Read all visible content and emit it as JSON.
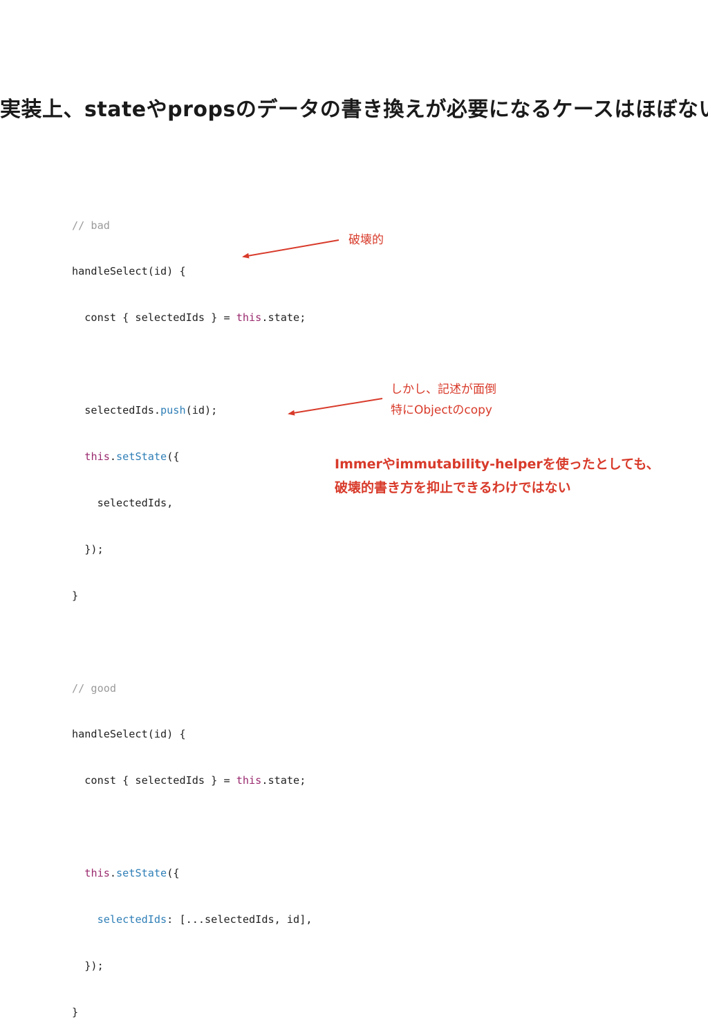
{
  "slide": {
    "title": "実装上、stateやpropsのデータの書き換えが必要になるケースはほぼない"
  },
  "code": {
    "bad_comment": "// bad",
    "bad_fn_sig": "handleSelect(id) {",
    "bad_const_pre": "  const { selectedIds } = ",
    "bad_this": "this",
    "bad_state": ".state;",
    "bad_push_pre": "  selectedIds.",
    "bad_push": "push",
    "bad_push_post": "(id);",
    "bad_set_pre": "  ",
    "bad_set_this": "this",
    "bad_set_dot": ".",
    "bad_set_fn": "setState",
    "bad_set_post": "({",
    "bad_field": "    selectedIds,",
    "bad_close_call": "  });",
    "bad_close_fn": "}",
    "good_comment": "// good",
    "good_fn_sig": "handleSelect(id) {",
    "good_const_pre": "  const { selectedIds } = ",
    "good_this": "this",
    "good_state": ".state;",
    "good_set_pre": "  ",
    "good_set_this": "this",
    "good_set_dot": ".",
    "good_set_fn": "setState",
    "good_set_post": "({",
    "good_field_pre": "    ",
    "good_field_key": "selectedIds",
    "good_field_post": ": [...selectedIds, id],",
    "good_close_call": "  });",
    "good_close_fn": "}"
  },
  "annotations": {
    "destructive": "破壊的",
    "verbose_line1": "しかし、記述が面倒",
    "verbose_line2": "特にObjectのcopy",
    "immer_line1": "Immerやimmutability-helperを使ったとしても、",
    "immer_line2": "破壊的書き方を抑止できるわけではない"
  },
  "colors": {
    "annotation": "#d83a2a",
    "comment": "#9a9a9a",
    "keyword": "#9a2a6e",
    "function": "#2f7fb7",
    "text": "#222222"
  }
}
